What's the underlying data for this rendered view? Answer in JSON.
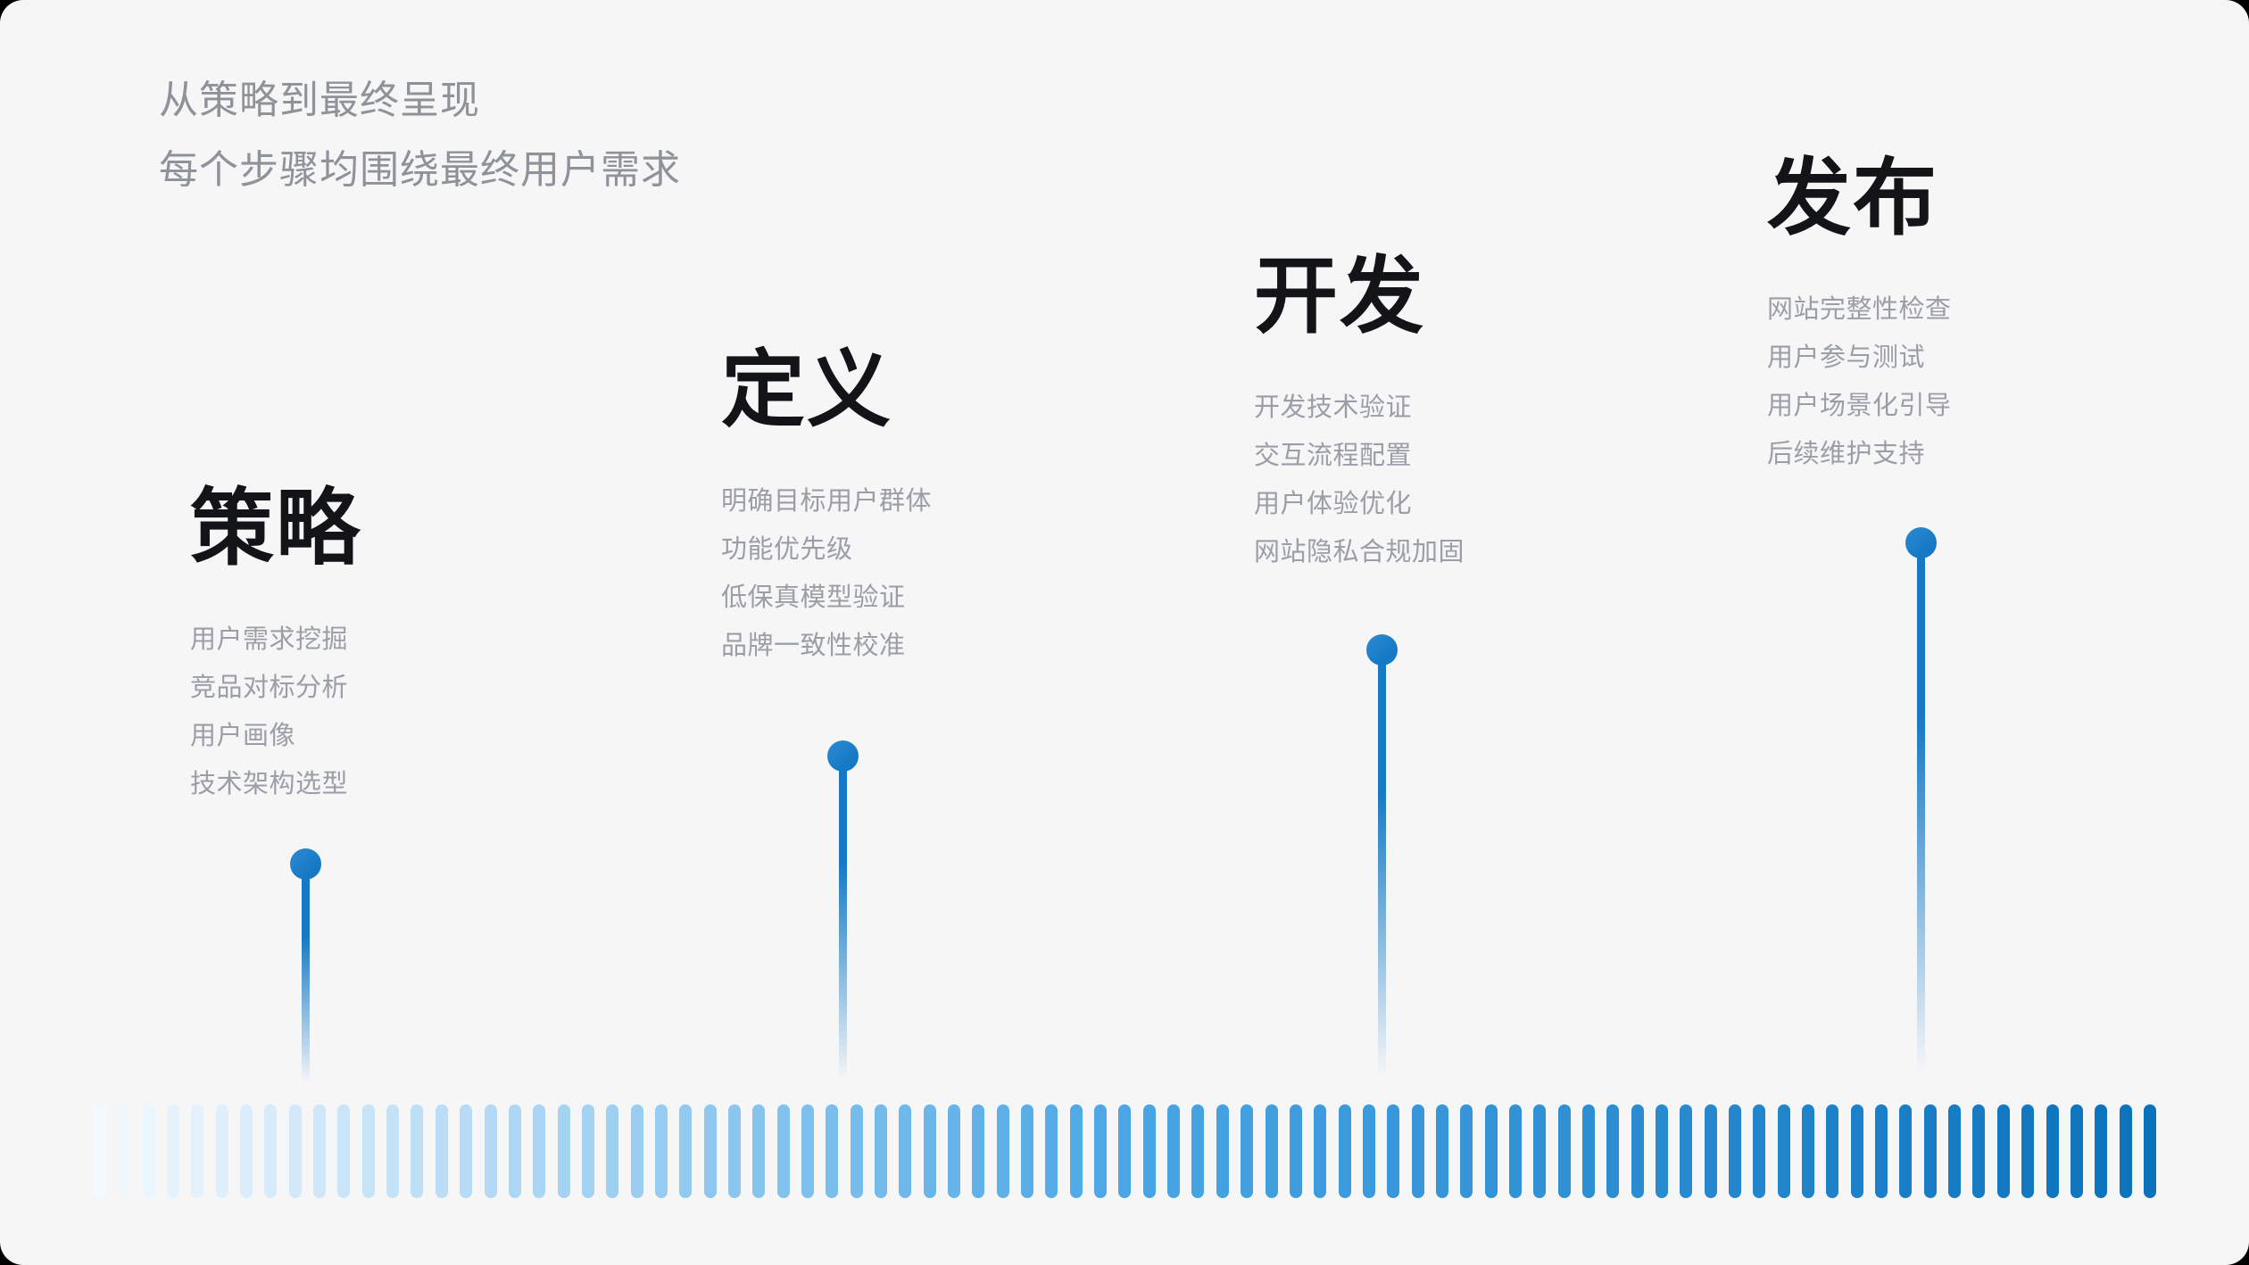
{
  "page": {
    "outside_background": "#000000",
    "card_background": "#f6f6f7"
  },
  "header": {
    "line1": "从策略到最终呈现",
    "line2": "每个步骤均围绕最终用户需求",
    "text_color": "#8e9299"
  },
  "stages": [
    {
      "id": "strategy",
      "title": "策略",
      "items": [
        "用户需求挖掘",
        "竞品对标分析",
        "用户画像",
        "技术架构选型"
      ]
    },
    {
      "id": "define",
      "title": "定义",
      "items": [
        "明确目标用户群体",
        "功能优先级",
        "低保真模型验证",
        "品牌一致性校准"
      ]
    },
    {
      "id": "develop",
      "title": "开发",
      "items": [
        "开发技术验证",
        "交互流程配置",
        "用户体验优化",
        "网站隐私合规加固"
      ]
    },
    {
      "id": "launch",
      "title": "发布",
      "items": [
        "网站完整性检查",
        "用户参与测试",
        "用户场景化引导",
        "后续维护支持"
      ]
    }
  ],
  "colors": {
    "stage_title": "#121417",
    "stage_item": "#9a9ea6",
    "marker_blue": "#1579c5",
    "marker_blue_light": "#2f8ad2",
    "bar_gradient": [
      "#f3f9fe",
      "#4aa6e6",
      "#0a72bc"
    ]
  },
  "equalizer": {
    "bar_count": 85
  }
}
